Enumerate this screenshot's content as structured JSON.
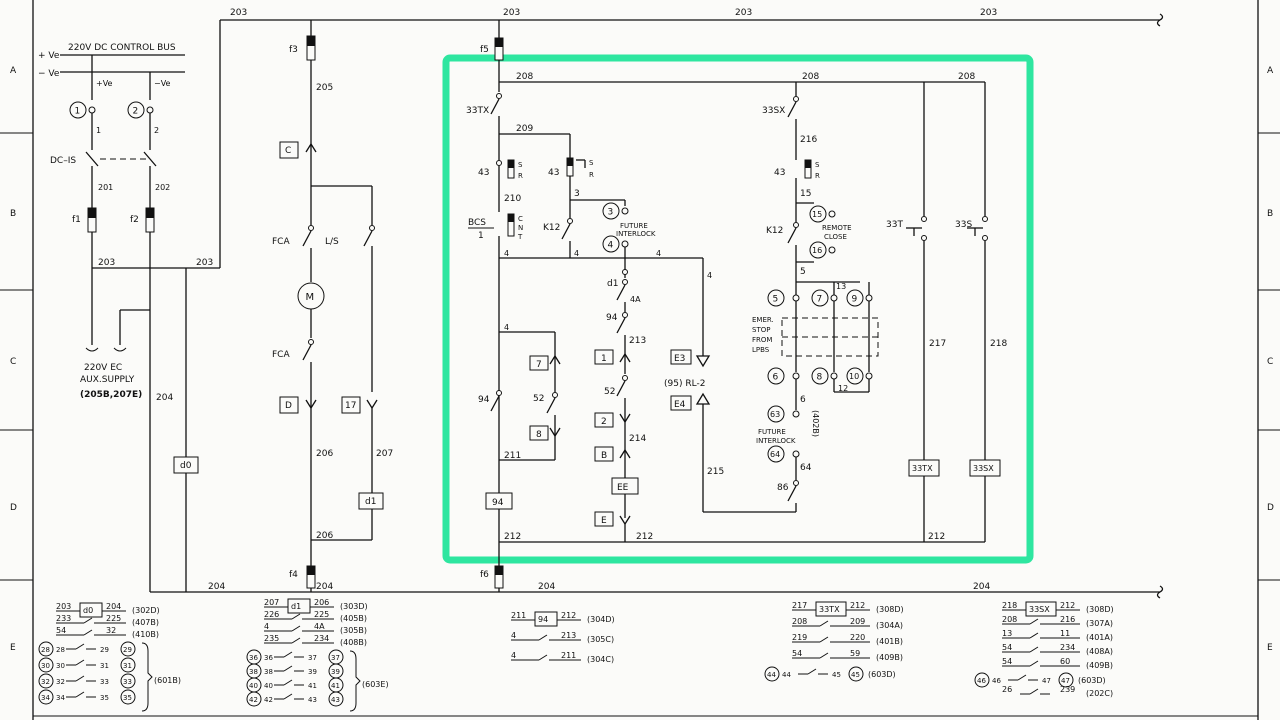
{
  "border": {
    "rows": [
      "A",
      "B",
      "C",
      "D",
      "E"
    ],
    "accent_color": "#2ee6a0"
  },
  "bus": {
    "title": "220V DC CONTROL BUS",
    "pos": "+ Ve",
    "neg": "− Ve",
    "pos2": "+Ve",
    "neg2": "−Ve",
    "w203": "203",
    "w204": "204",
    "w205": "205",
    "w206": "206",
    "w207": "207",
    "w208": "208",
    "w209": "209",
    "w210": "210",
    "w211": "211",
    "w212": "212",
    "w213": "213",
    "w214": "214",
    "w215": "215",
    "w216": "216",
    "w217": "217",
    "w218": "218",
    "w1": "1",
    "w2": "2",
    "w3": "3",
    "w4": "4",
    "w4A": "4A",
    "w5": "5",
    "w6": "6",
    "w12": "12",
    "w13": "13",
    "w15": "15",
    "w64": "64",
    "w86": "86",
    "w201": "201",
    "w202": "202"
  },
  "devices": {
    "dcis": "DC–IS",
    "f1": "f1",
    "f2": "f2",
    "f3": "f3",
    "f4": "f4",
    "f5": "f5",
    "f6": "f6",
    "t1": "1",
    "t2": "2",
    "t3": "3",
    "t4": "4",
    "t5": "5",
    "t6": "6",
    "t7": "7",
    "t8": "8",
    "t9": "9",
    "t10": "10",
    "t15": "15",
    "t16": "16",
    "t63": "63",
    "t64": "64",
    "aux1": "220V EC",
    "aux2": "AUX.SUPPLY",
    "aux3": "(205B,207E)",
    "fca": "FCA",
    "ls": "L/S",
    "motor": "M",
    "bC": "C",
    "bD": "D",
    "b17": "17",
    "bd0": "d0",
    "bd1": "d1",
    "c33tx": "33TX",
    "c33sx": "33SX",
    "c43": "43",
    "sS": "S",
    "sR": "R",
    "bcs": "BCS",
    "bcs1": "1",
    "cC": "C",
    "cN": "N",
    "cT": "T",
    "k12": "K12",
    "fut1": "FUTURE",
    "fut2": "INTERLOCK",
    "rc1": "REMOTE",
    "rc2": "CLOSE",
    "d1c": "d1",
    "c94": "94",
    "c52": "52",
    "b7": "7",
    "b8": "8",
    "b1": "1",
    "b2": "2",
    "bB": "B",
    "bEE": "EE",
    "bE": "E",
    "bE3": "E3",
    "bE4": "E4",
    "rl2": "(95)  RL-2",
    "b94": "94",
    "c33t": "33T",
    "c33s": "33S",
    "em1": "EMER.",
    "em2": "STOP",
    "em3": "FROM",
    "em4": "LPBS",
    "ref402": "(402B)",
    "b33tx": "33TX",
    "b33sx": "33SX"
  },
  "contacts": {
    "g1": {
      "box": "d0",
      "in": "203",
      "out": "204",
      "ref": "(302D)",
      "rows": [
        {
          "a": "233",
          "b": "225",
          "ref": "(407B)"
        },
        {
          "a": "54",
          "b": "32",
          "ref": "(410B)"
        }
      ],
      "terms": [
        {
          "l": "28",
          "a": "28",
          "b": "29",
          "r": "29"
        },
        {
          "l": "30",
          "a": "30",
          "b": "31",
          "r": "31"
        },
        {
          "l": "32",
          "a": "32",
          "b": "33",
          "r": "33"
        },
        {
          "l": "34",
          "a": "34",
          "b": "35",
          "r": "35"
        }
      ],
      "tref": "(601B)"
    },
    "g2": {
      "box": "d1",
      "in": "207",
      "out": "206",
      "ref": "(303D)",
      "rows": [
        {
          "a": "226",
          "b": "225",
          "ref": "(405B)"
        },
        {
          "a": "4",
          "b": "4A",
          "ref": "(305B)"
        },
        {
          "a": "235",
          "b": "234",
          "ref": "(408B)"
        }
      ],
      "terms": [
        {
          "l": "36",
          "a": "36",
          "b": "37",
          "r": "37"
        },
        {
          "l": "38",
          "a": "38",
          "b": "39",
          "r": "39"
        },
        {
          "l": "40",
          "a": "40",
          "b": "41",
          "r": "41"
        },
        {
          "l": "42",
          "a": "42",
          "b": "43",
          "r": "43"
        }
      ],
      "tref": "(603E)"
    },
    "g3": {
      "box": "94",
      "in": "211",
      "out": "212",
      "ref": "(304D)",
      "rows": [
        {
          "a": "4",
          "b": "213",
          "ref": "(305C)"
        },
        {
          "a": "4",
          "b": "211",
          "ref": "(304C)"
        }
      ]
    },
    "g4": {
      "box": "33TX",
      "in": "217",
      "out": "212",
      "ref": "(308D)",
      "rows": [
        {
          "a": "208",
          "b": "209",
          "ref": "(304A)"
        },
        {
          "a": "219",
          "b": "220",
          "ref": "(401B)"
        },
        {
          "a": "54",
          "b": "59",
          "ref": "(409B)"
        }
      ],
      "term": {
        "l": "44",
        "a": "44",
        "b": "45",
        "r": "45",
        "ref": "(603D)"
      }
    },
    "g5": {
      "box": "33SX",
      "in": "218",
      "out": "212",
      "ref": "(308D)",
      "rows": [
        {
          "a": "208",
          "b": "216",
          "ref": "(307A)"
        },
        {
          "a": "13",
          "b": "11",
          "ref": "(401A)"
        },
        {
          "a": "54",
          "b": "234",
          "ref": "(408A)"
        },
        {
          "a": "54",
          "b": "60",
          "ref": "(409B)"
        }
      ],
      "term": {
        "l": "46",
        "a": "46",
        "b": "47",
        "r": "47",
        "ref": "(603D)"
      },
      "last": {
        "a": "26",
        "b": "239",
        "ref": "(202C)"
      }
    }
  }
}
